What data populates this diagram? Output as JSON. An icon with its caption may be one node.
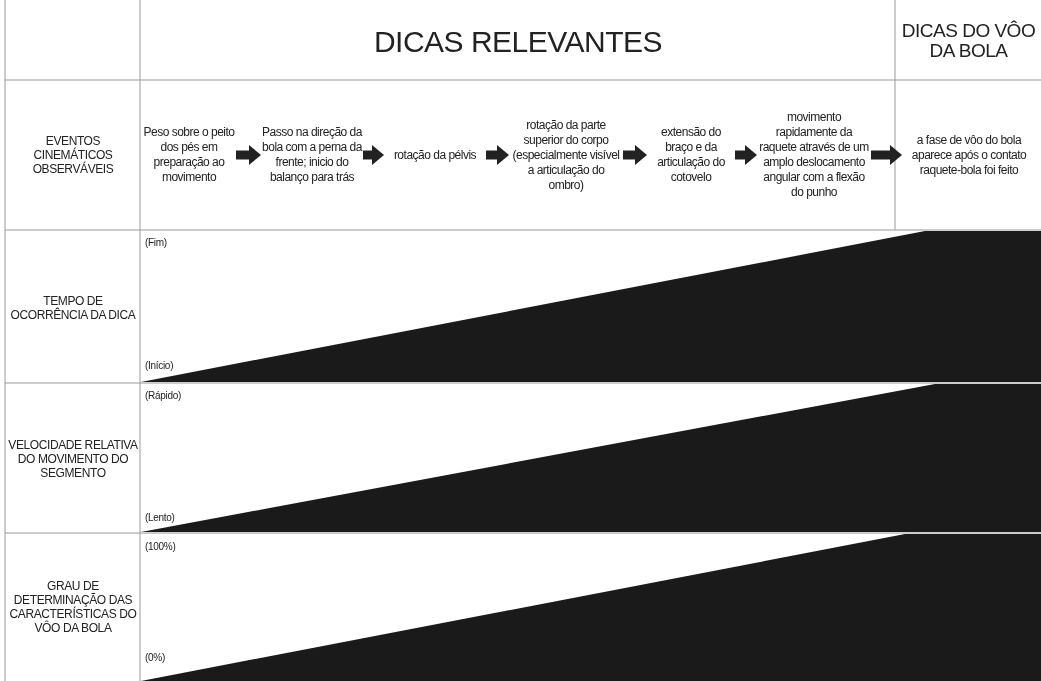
{
  "diagram": {
    "nodes": [
      {
        "text": [
          "Peso sobre o peito dos pés em preparação ao movimento"
        ]
      },
      {
        "text": [
          "Passo na direção da bola com a perna da frente; inicio do balanço para trás"
        ]
      },
      {
        "text": [
          "rotação da pélvis"
        ]
      },
      {
        "text": [
          "rotação da parte superior do corpo (especialmente visível a articulação do ombro)"
        ]
      },
      {
        "text": [
          "extensão do braço e da articulação do cotovelo"
        ]
      },
      {
        "text": [
          "movimento rapidamente da raquete através de um amplo deslocamento angular com a flexão do punho"
        ]
      },
      {
        "text": [
          "a fase de vôo do bola aparece após o contato raquete-bola foi feito"
        ]
      }
    ],
    "edges": [
      {
        "from": 0,
        "to": 1,
        "arrow": "to"
      },
      {
        "from": 1,
        "to": 2,
        "arrow": "to"
      },
      {
        "from": 2,
        "to": 3,
        "arrow": "to"
      },
      {
        "from": 3,
        "to": 4,
        "arrow": "to"
      },
      {
        "from": 4,
        "to": 5,
        "arrow": "to"
      },
      {
        "from": 5,
        "to": 6,
        "arrow": "to"
      }
    ],
    "labels": [
      "DICAS RELEVANTES",
      "DICAS DO VÔO DA BOLA",
      "EVENTOS CINEMÁTICOS OBSERVÁVEIS",
      "TEMPO DE OCORRÊNCIA DA DICA",
      "(Fim)",
      "(Início)",
      "VELOCIDADE RELATIVA DO MOVIMENTO DO SEGMENTO",
      "(Rápido)",
      "(Lento)",
      "GRAU DE DETERMINAÇÃO DAS CARACTERÍSTICAS DO VÔO DA BOLA",
      "(100%)",
      "(0%)"
    ]
  }
}
